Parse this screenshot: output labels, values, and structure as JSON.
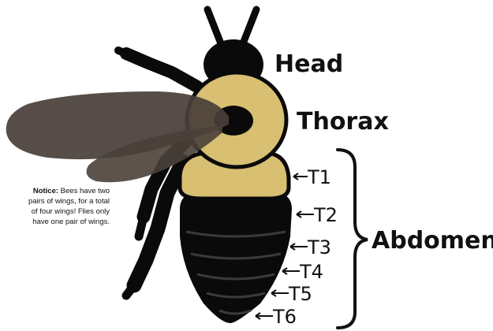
{
  "labels": {
    "head": "Head",
    "thorax": "Thorax",
    "abdomen": "Abdomen",
    "segments": [
      "T1",
      "T2",
      "T3",
      "T4",
      "T5",
      "T6"
    ]
  },
  "notice": {
    "bold": "Notice:",
    "lines": [
      " Bees have two",
      "pairs of wings, for a total",
      "of four wings! Flies only",
      "have one pair of wings."
    ]
  },
  "colors": {
    "body": "#0a0a0a",
    "thorax": "#d8bf72",
    "wing": "#4a403a",
    "text": "#111111"
  },
  "icons": {
    "arrow": "left-arrow-icon",
    "brace": "curly-brace-icon"
  }
}
